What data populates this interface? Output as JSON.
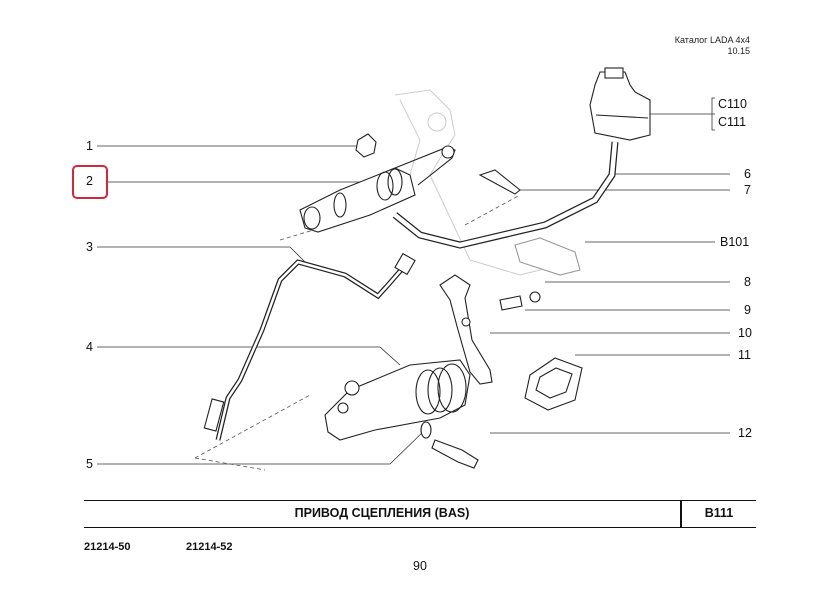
{
  "header": {
    "catalog": "Каталог  LADA  4x4",
    "revision": "10.15"
  },
  "callouts": {
    "left": [
      "1",
      "2",
      "3",
      "4",
      "5"
    ],
    "right": [
      "6",
      "7",
      "8",
      "9",
      "10",
      "11",
      "12"
    ],
    "refs": [
      "C110",
      "C111",
      "B101"
    ]
  },
  "highlight": {
    "item": "2",
    "color": "#d0283c"
  },
  "title_block": {
    "title": "ПРИВОД  СЦЕПЛЕНИЯ  (BAS)",
    "code": "B111"
  },
  "models": [
    "21214-50",
    "21214-52"
  ],
  "page_number": "90"
}
